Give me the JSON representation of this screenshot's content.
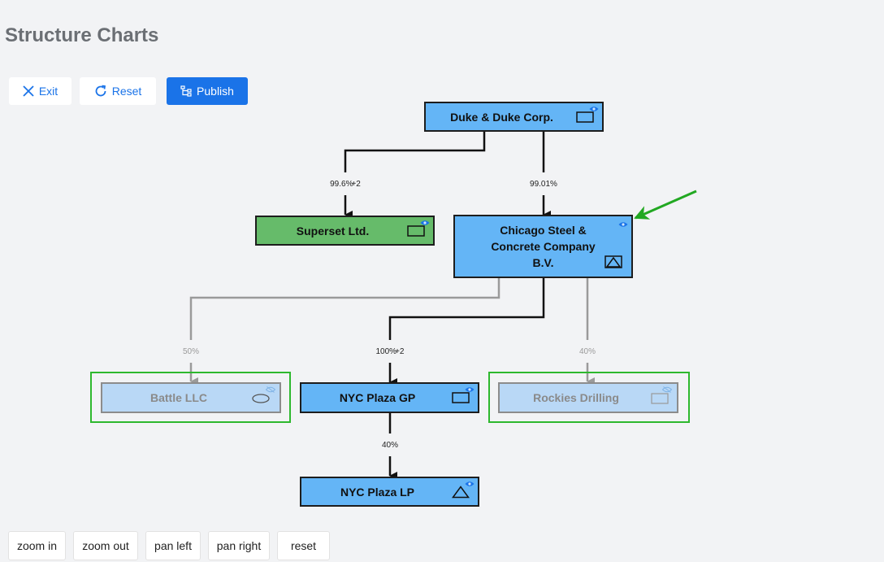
{
  "page": {
    "title": "Structure Charts"
  },
  "toolbar": {
    "exit_label": "Exit",
    "reset_label": "Reset",
    "publish_label": "Publish"
  },
  "nodes": {
    "duke": {
      "label": "Duke & Duke Corp.",
      "icon": "rectangle-icon"
    },
    "superset": {
      "label": "Superset Ltd.",
      "icon": "rectangle-icon"
    },
    "chicago": {
      "label": "Chicago Steel & Concrete Company B.V.",
      "icon": "triangle-in-box-icon"
    },
    "battle": {
      "label": "Battle LLC",
      "icon": "ellipse-icon"
    },
    "nycgp": {
      "label": "NYC Plaza GP",
      "icon": "rectangle-icon"
    },
    "rockies": {
      "label": "Rockies Drilling",
      "icon": "rectangle-icon"
    },
    "nyclp": {
      "label": "NYC Plaza LP",
      "icon": "triangle-icon"
    }
  },
  "edges": {
    "duke_superset": {
      "value": "99.6%",
      "extra": "+2"
    },
    "duke_chicago": {
      "value": "99.01%"
    },
    "chicago_battle": {
      "value": "50%"
    },
    "chicago_nycgp": {
      "value": "100%",
      "extra": "+2"
    },
    "chicago_rockies": {
      "value": "40%"
    },
    "nycgp_nyclp": {
      "value": "40%"
    }
  },
  "zoom_controls": {
    "zoom_in": "zoom in",
    "zoom_out": "zoom out",
    "pan_left": "pan left",
    "pan_right": "pan right",
    "reset": "reset"
  },
  "colors": {
    "node_blue": "#64b5f6",
    "node_green": "#66bb6a",
    "highlight_frame": "#2eb82e",
    "pointer_arrow": "#22a822",
    "primary_button": "#1a73e8"
  }
}
